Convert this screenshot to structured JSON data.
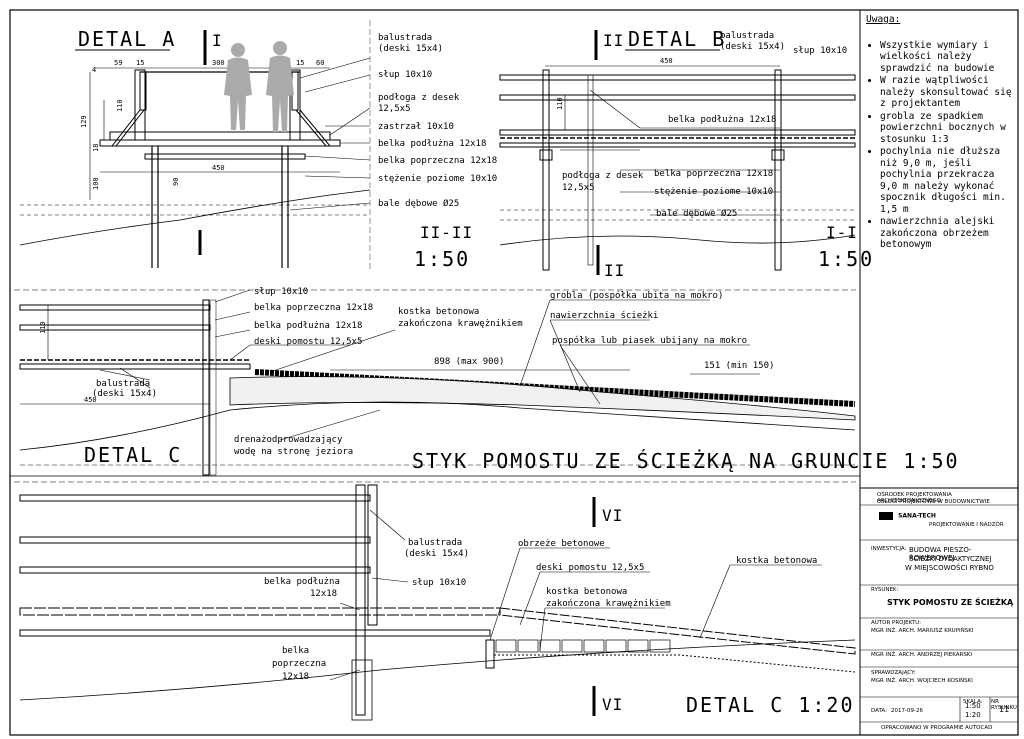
{
  "notes": {
    "title": "Uwaga:",
    "items": [
      "Wszystkie wymiary i wielkości należy sprawdzić na budowie",
      "W razie wątpliwości należy skonsultować się z projektantem",
      "grobla ze spadkiem powierzchni bocznych w stosunku 1:3",
      "pochylnia nie dłuższa niż 9,0 m, jeśli pochylnia przekracza 9,0 m należy wykonać spocznik długości min. 1,5 m",
      "nawierzchnia alejski zakończona obrzeżem betonowym"
    ]
  },
  "views": {
    "detal_a": {
      "title": "DETAL A",
      "section_mark": "I"
    },
    "detal_b": {
      "title": "DETAL B",
      "section_mark": "II",
      "section_bottom": "II"
    },
    "section_ii": {
      "title": "II-II",
      "scale": "1:50"
    },
    "section_i": {
      "title": "I-I",
      "scale": "1:50"
    },
    "detal_c_top": {
      "title": "DETAL C"
    },
    "styk_title": "STYK POMOSTU ZE ŚCIEŻKĄ NA GRUNCIE 1:50",
    "detal_c_bottom": {
      "title": "DETAL C 1:20",
      "section_mark_top": "VI",
      "section_mark_bottom": "VI"
    }
  },
  "labels_a": {
    "balustrada": "balustrada",
    "deski": "(deski 15x4)",
    "slup": "słup 10x10",
    "podloga": "podłoga z desek",
    "podloga_dim": "12,5x5",
    "zastrzal": "zastrzał 10x10",
    "belka_podl": "belka podłużna 12x18",
    "belka_poprz": "belka poprzeczna 12x18",
    "stezenie": "stężenie poziome 10x10",
    "bale": "bale dębowe Ø25"
  },
  "dims_a": {
    "d59": "59",
    "d15a": "15",
    "d300": "300",
    "d15b": "15",
    "d60": "60",
    "d450": "450",
    "d129": "129",
    "d110": "110",
    "d18": "18",
    "d90": "90",
    "d100": "100",
    "d4": "4"
  },
  "labels_b": {
    "balustrada": "balustrada",
    "deski": "(deski 15x4)",
    "slup": "słup 10x10",
    "belka_podl": "belka podłużna 12x18",
    "podloga": "podłoga z desek",
    "podloga_dim": "12,5x5",
    "belka_poprz": "belka poprzeczna 12x18",
    "stezenie": "stężenie poziome 10x10",
    "bale": "bale dębowe Ø25",
    "d450": "450",
    "d110": "110"
  },
  "labels_c": {
    "slup": "słup 10x10",
    "belka_poprz": "belka poprzeczna 12x18",
    "belka_podl": "belka podłużna 12x18",
    "deski_pom": "deski pomostu 12,5x5",
    "kostka": "kostka betonowa",
    "kostka2": "zakończona krawężnikiem",
    "grobla": "grobla (pospółka ubita na mokro)",
    "nawierzchnia": "nawierzchnia ścieżki",
    "pospolka": "pospółka lub piasek ubijany na mokro",
    "d898": "898 (max 900)",
    "d151": "151 (min 150)",
    "balustrada": "balustrada",
    "deski": "(deski 15x4)",
    "d450": "450",
    "d110": "110",
    "drenaz": "drenażodprowadzający",
    "drenaz2": "wodę na stronę jeziora"
  },
  "labels_c2": {
    "balustrada": "balustrada",
    "deski": "(deski 15x4)",
    "slup": "słup 10x10",
    "belka_podl": "belka podłużna",
    "belka_podl_dim": "12x18",
    "obrzeze": "obrzeże betonowe",
    "deski_pom": "deski pomostu 12,5x5",
    "kostka": "kostka betonowa",
    "kostka2": "zakończona krawężnikiem",
    "kostka_r": "kostka betonowa",
    "belka_poprz1": "belka",
    "belka_poprz2": "poprzeczna",
    "belka_poprz_dim": "12x18"
  },
  "titleblock": {
    "header1": "OŚRODEK PROJEKTOWANIA ARCHITEKTONICZNEGO",
    "header2": "USŁUGI PROJEKTOWE W BUDOWNICTWIE",
    "company": "SANA-TECH",
    "company_sub": "PROJEKTOWANIE I NADZÓR",
    "inwestycja": "INWESTYCJA:",
    "project1": "BUDOWA PIESZO-ROWEROWEJ",
    "project2": "ŚCIEŻKI DYDAKTYCZNEJ",
    "project3": "W MIEJSCOWOŚCI RYBNO",
    "rysunek": "RYSUNEK:",
    "drawing_title": "STYK POMOSTU ZE ŚCIEŻKĄ",
    "autor_label": "AUTOR PROJEKTU:",
    "autor": "MGR INŻ. ARCH. MARIUSZ KRUPIŃSKI",
    "autor2": "MGR INŻ. ARCH. ANDRZEJ PIEKARSKI",
    "sprawdzajacy_label": "SPRAWDZAJĄCY:",
    "sprawdzajacy": "MGR INŻ. ARCH. WOJCIECH KOSIŃSKI",
    "skala_label": "SKALA:",
    "skala1": "1:50",
    "skala2": "1:20",
    "nr_label": "NR RYSUNKU:",
    "nr": "11",
    "data_label": "DATA:",
    "data": "2017-09-26",
    "footer": "OPRACOWANO W PROGRAMIE AUTOCAD"
  }
}
